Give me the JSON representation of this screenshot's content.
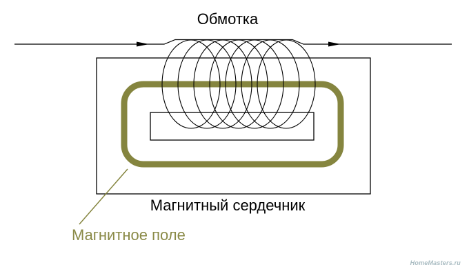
{
  "diagram": {
    "type": "inductor-with-magnetic-core",
    "labels": {
      "winding": "Обмотка",
      "core": "Магнитный сердечник",
      "field": "Магнитное поле"
    },
    "watermark": "HomeMasters.ru",
    "coil": {
      "loop_count": 7
    },
    "current_arrows": {
      "count": 2,
      "direction": "right"
    },
    "colors": {
      "line": "#000000",
      "field": "#85853f",
      "field_text": "#8a8a47",
      "watermark": "#a9bcc2",
      "background": "#ffffff"
    }
  }
}
